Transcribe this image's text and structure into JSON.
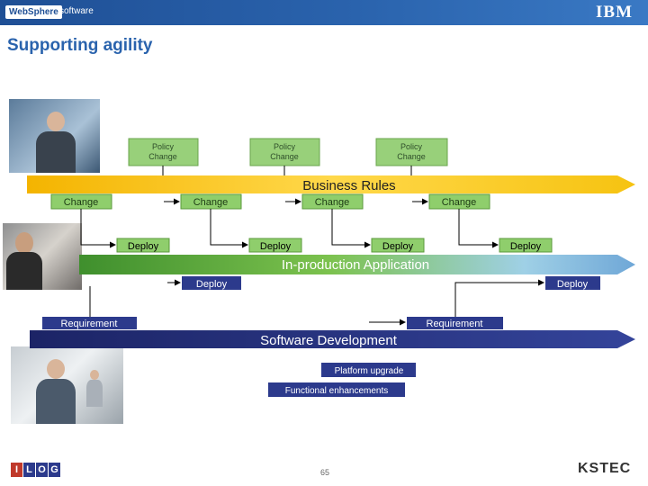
{
  "header": {
    "product": "WebSphere",
    "division": "software",
    "logo": "IBM"
  },
  "title": "Supporting agility",
  "lanes": {
    "business_rules": "Business Rules",
    "application": "In-production Application",
    "development": "Software Development"
  },
  "policy_changes": [
    "Policy Change",
    "Policy Change",
    "Policy Change"
  ],
  "changes": [
    "Change",
    "Change",
    "Change",
    "Change"
  ],
  "deploys_upper": [
    "Deploy",
    "Deploy",
    "Deploy",
    "Deploy"
  ],
  "deploys_lower": [
    "Deploy",
    "Deploy"
  ],
  "requirements": [
    "Requirement",
    "Requirement"
  ],
  "development_items": [
    "Platform upgrade",
    "Functional enhancements"
  ],
  "footer": {
    "left_logo": "ILOG",
    "page": "65",
    "right_logo": "KSTEC"
  },
  "colors": {
    "business_lane": "#f6c311",
    "app_lane": "#76b846",
    "dev_lane": "#2c3a8c",
    "change_box": "#8fce6c",
    "policy_box": "#98d07a",
    "navy_box": "#2c3a8c"
  }
}
